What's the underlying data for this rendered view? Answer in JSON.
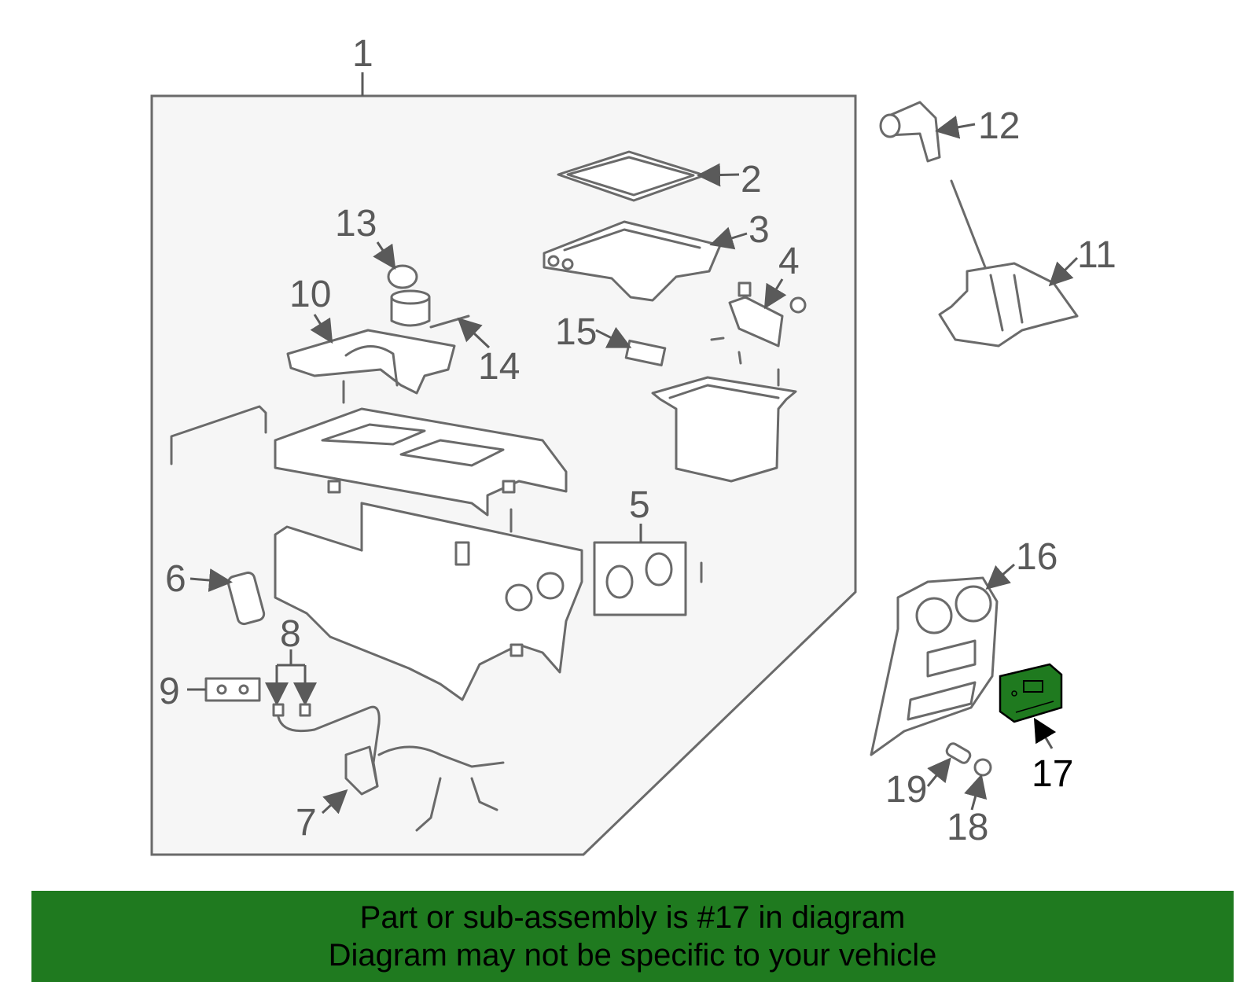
{
  "callouts": {
    "c1": "1",
    "c2": "2",
    "c3": "3",
    "c4": "4",
    "c5": "5",
    "c6": "6",
    "c7": "7",
    "c8": "8",
    "c9": "9",
    "c10": "10",
    "c11": "11",
    "c12": "12",
    "c13": "13",
    "c14": "14",
    "c15": "15",
    "c16": "16",
    "c17": "17",
    "c18": "18",
    "c19": "19"
  },
  "highlight": {
    "part": "17",
    "color": "#1f7a1f"
  },
  "banner": {
    "line1": "Part or sub-assembly is #17 in diagram",
    "line2": "Diagram may not be specific to your vehicle",
    "color": "#1f7a1f"
  }
}
